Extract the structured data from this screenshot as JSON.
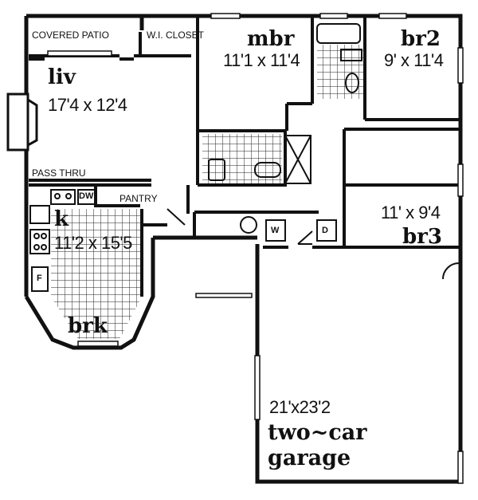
{
  "rooms": {
    "covered_patio": "COVERED PATIO",
    "wi_closet": "W.I. CLOSET",
    "pass_thru": "PASS THRU",
    "pantry": "PANTRY",
    "dw": "DW",
    "fridge": "F",
    "washer": "W",
    "dryer": "D",
    "living": {
      "name": "liv",
      "size": "17'4 x 12'4"
    },
    "master_bedroom": {
      "name": "mbr",
      "size": "11'1 x 11'4"
    },
    "bedroom_2": {
      "name": "br2",
      "size": "9' x 11'4"
    },
    "bedroom_3": {
      "name": "br3",
      "size": "11' x 9'4"
    },
    "kitchen": {
      "name": "k",
      "size": "11'2 x 15'5"
    },
    "breakfast": {
      "name": "brk"
    },
    "garage": {
      "size": "21'x23'2",
      "line1": "two~car",
      "line2": "garage"
    }
  }
}
